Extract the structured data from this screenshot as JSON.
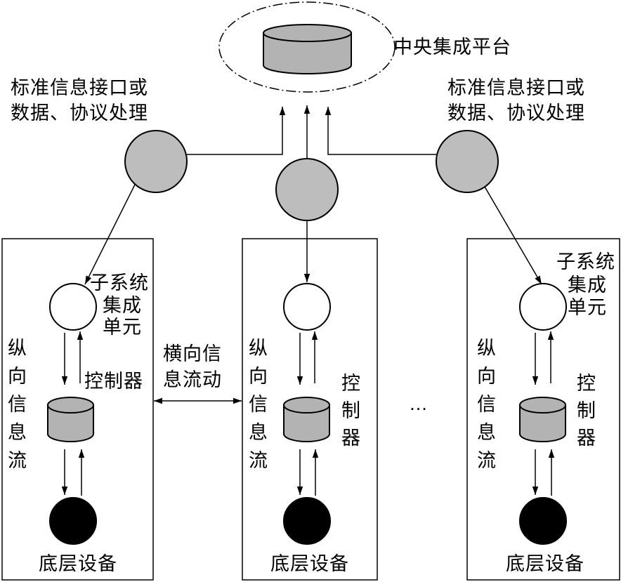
{
  "central_platform": {
    "label": "中央集成平台"
  },
  "interfaces": {
    "left": {
      "lines": [
        "标准信息接口或",
        "数据、协议处理"
      ]
    },
    "right": {
      "lines": [
        "标准信息接口或",
        "数据、协议处理"
      ]
    }
  },
  "horizontal_flow": {
    "lines": [
      "横向信",
      "息流动"
    ]
  },
  "columns": [
    {
      "subsystem_unit": [
        "子系统",
        "集成",
        "单元"
      ],
      "controller": "控制器",
      "vertical_flow": "纵向信息流",
      "device": "底层设备"
    },
    {
      "controller": "控制器",
      "vertical_flow": "纵向信息流",
      "device": "底层设备"
    },
    {
      "subsystem_unit": [
        "子系统",
        "集成",
        "单元"
      ],
      "controller": "控制器",
      "vertical_flow": "纵向信息流",
      "device": "底层设备"
    }
  ],
  "ellipsis": "…",
  "colors": {
    "node_fill": "#bdbdbd",
    "cylinder_fill": "#b3b3b3",
    "device_fill": "#000000",
    "line": "#000000"
  }
}
